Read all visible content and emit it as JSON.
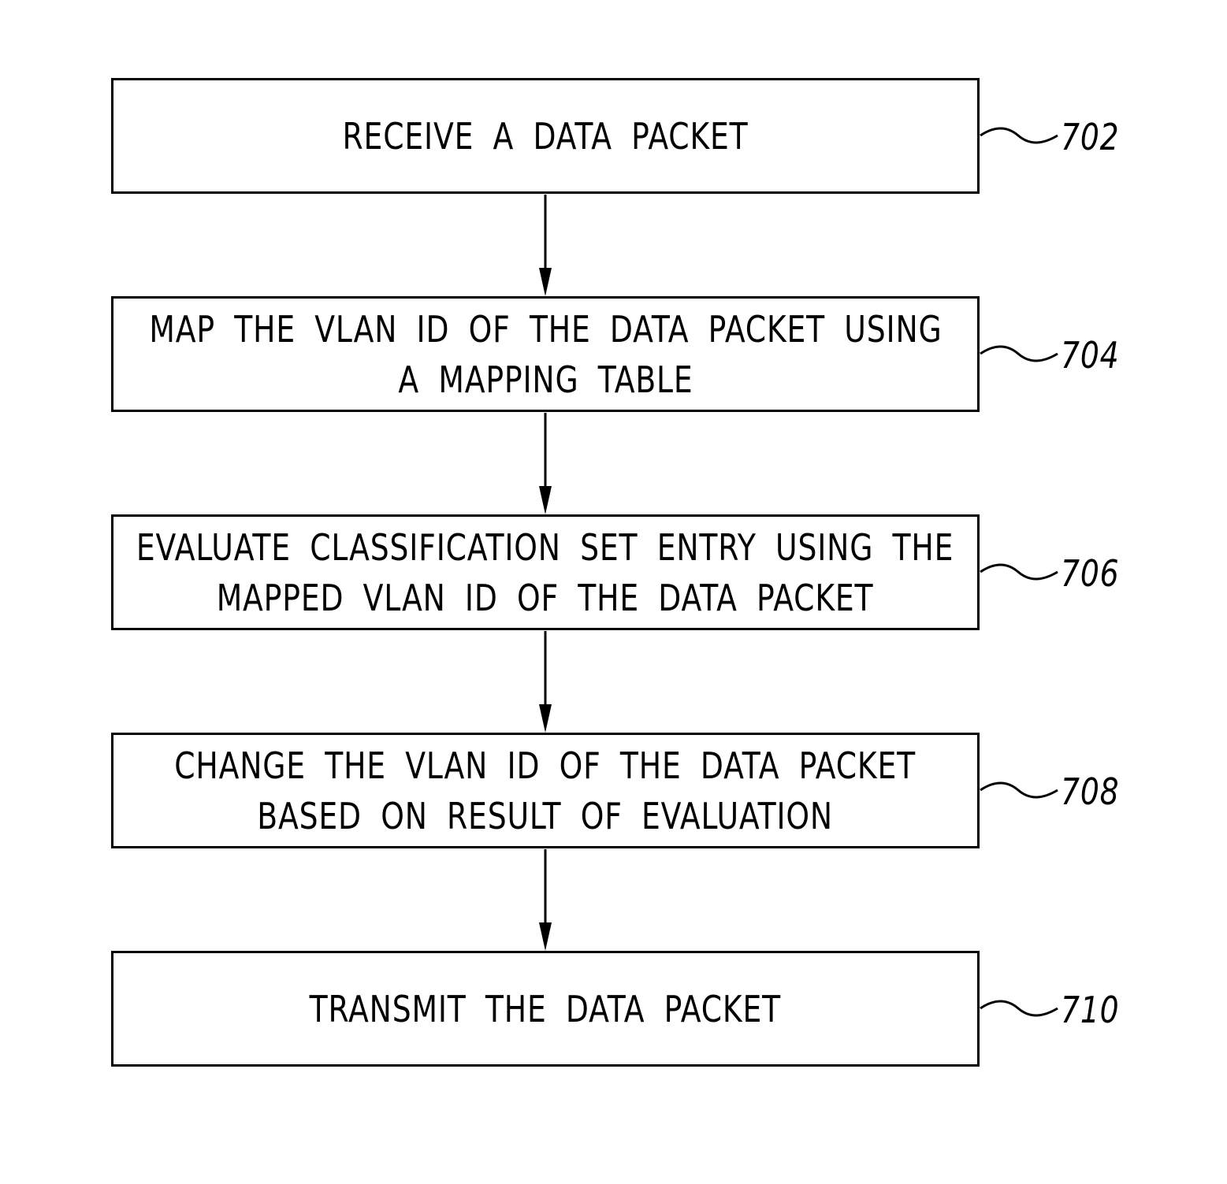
{
  "steps": [
    {
      "id": "702",
      "lines": [
        "RECEIVE  A  DATA  PACKET"
      ]
    },
    {
      "id": "704",
      "lines": [
        "MAP  THE  VLAN  ID  OF  THE  DATA  PACKET  USING",
        "A  MAPPING  TABLE"
      ]
    },
    {
      "id": "706",
      "lines": [
        "EVALUATE  CLASSIFICATION  SET  ENTRY  USING  THE",
        "MAPPED  VLAN  ID  OF  THE  DATA  PACKET"
      ]
    },
    {
      "id": "708",
      "lines": [
        "CHANGE  THE  VLAN  ID  OF  THE  DATA  PACKET",
        "BASED  ON  RESULT  OF  EVALUATION"
      ]
    },
    {
      "id": "710",
      "lines": [
        "TRANSMIT  THE  DATA  PACKET"
      ]
    }
  ]
}
